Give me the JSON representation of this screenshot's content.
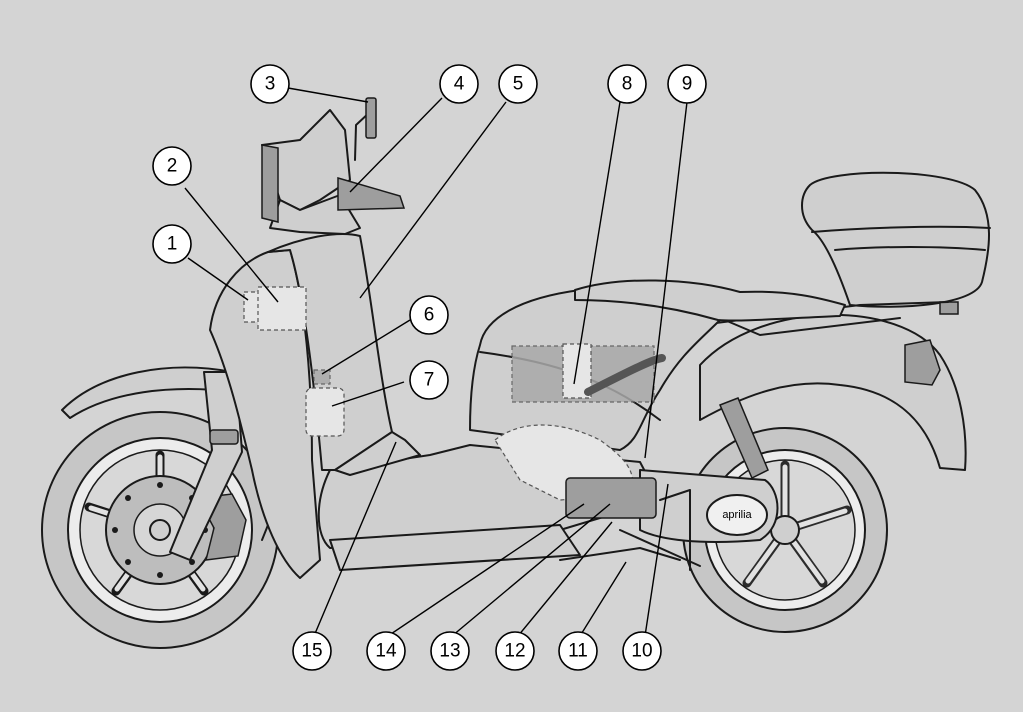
{
  "callouts": [
    {
      "label": "1"
    },
    {
      "label": "2"
    },
    {
      "label": "3"
    },
    {
      "label": "4"
    },
    {
      "label": "5"
    },
    {
      "label": "6"
    },
    {
      "label": "7"
    },
    {
      "label": "8"
    },
    {
      "label": "9"
    },
    {
      "label": "10"
    },
    {
      "label": "11"
    },
    {
      "label": "12"
    },
    {
      "label": "13"
    },
    {
      "label": "14"
    },
    {
      "label": "15"
    }
  ],
  "brand": {
    "logo_text": "aprilia"
  },
  "colors": {
    "background": "#d4d4d4",
    "body": "#cfcfcf",
    "line": "#1a1a1a"
  }
}
